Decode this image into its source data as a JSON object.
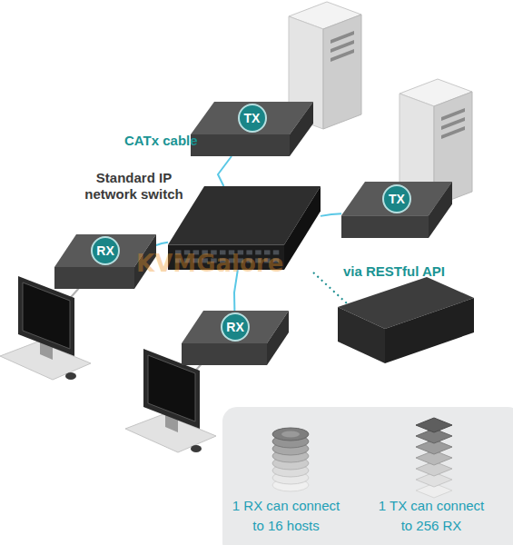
{
  "diagram": {
    "nodes": [
      {
        "text": [
          "TX"
        ]
      },
      {
        "text": [
          "Standard IP network switch"
        ]
      },
      {
        "text": [
          "TX"
        ]
      },
      {
        "text": [
          "RX"
        ]
      },
      {
        "text": [
          "RX"
        ]
      },
      {
        "text": [
          "1 RX can connect to 16 hosts",
          "1 TX can connect to 256 RX"
        ]
      }
    ],
    "edges": [
      {
        "from": 0,
        "to": 1,
        "arrow": "none"
      },
      {
        "from": 2,
        "to": 1,
        "arrow": "none"
      },
      {
        "from": 3,
        "to": 1,
        "arrow": "none"
      },
      {
        "from": 4,
        "to": 1,
        "arrow": "none"
      }
    ],
    "labels": [
      "CATx cable",
      "via RESTful API",
      "KVMGalore"
    ]
  }
}
